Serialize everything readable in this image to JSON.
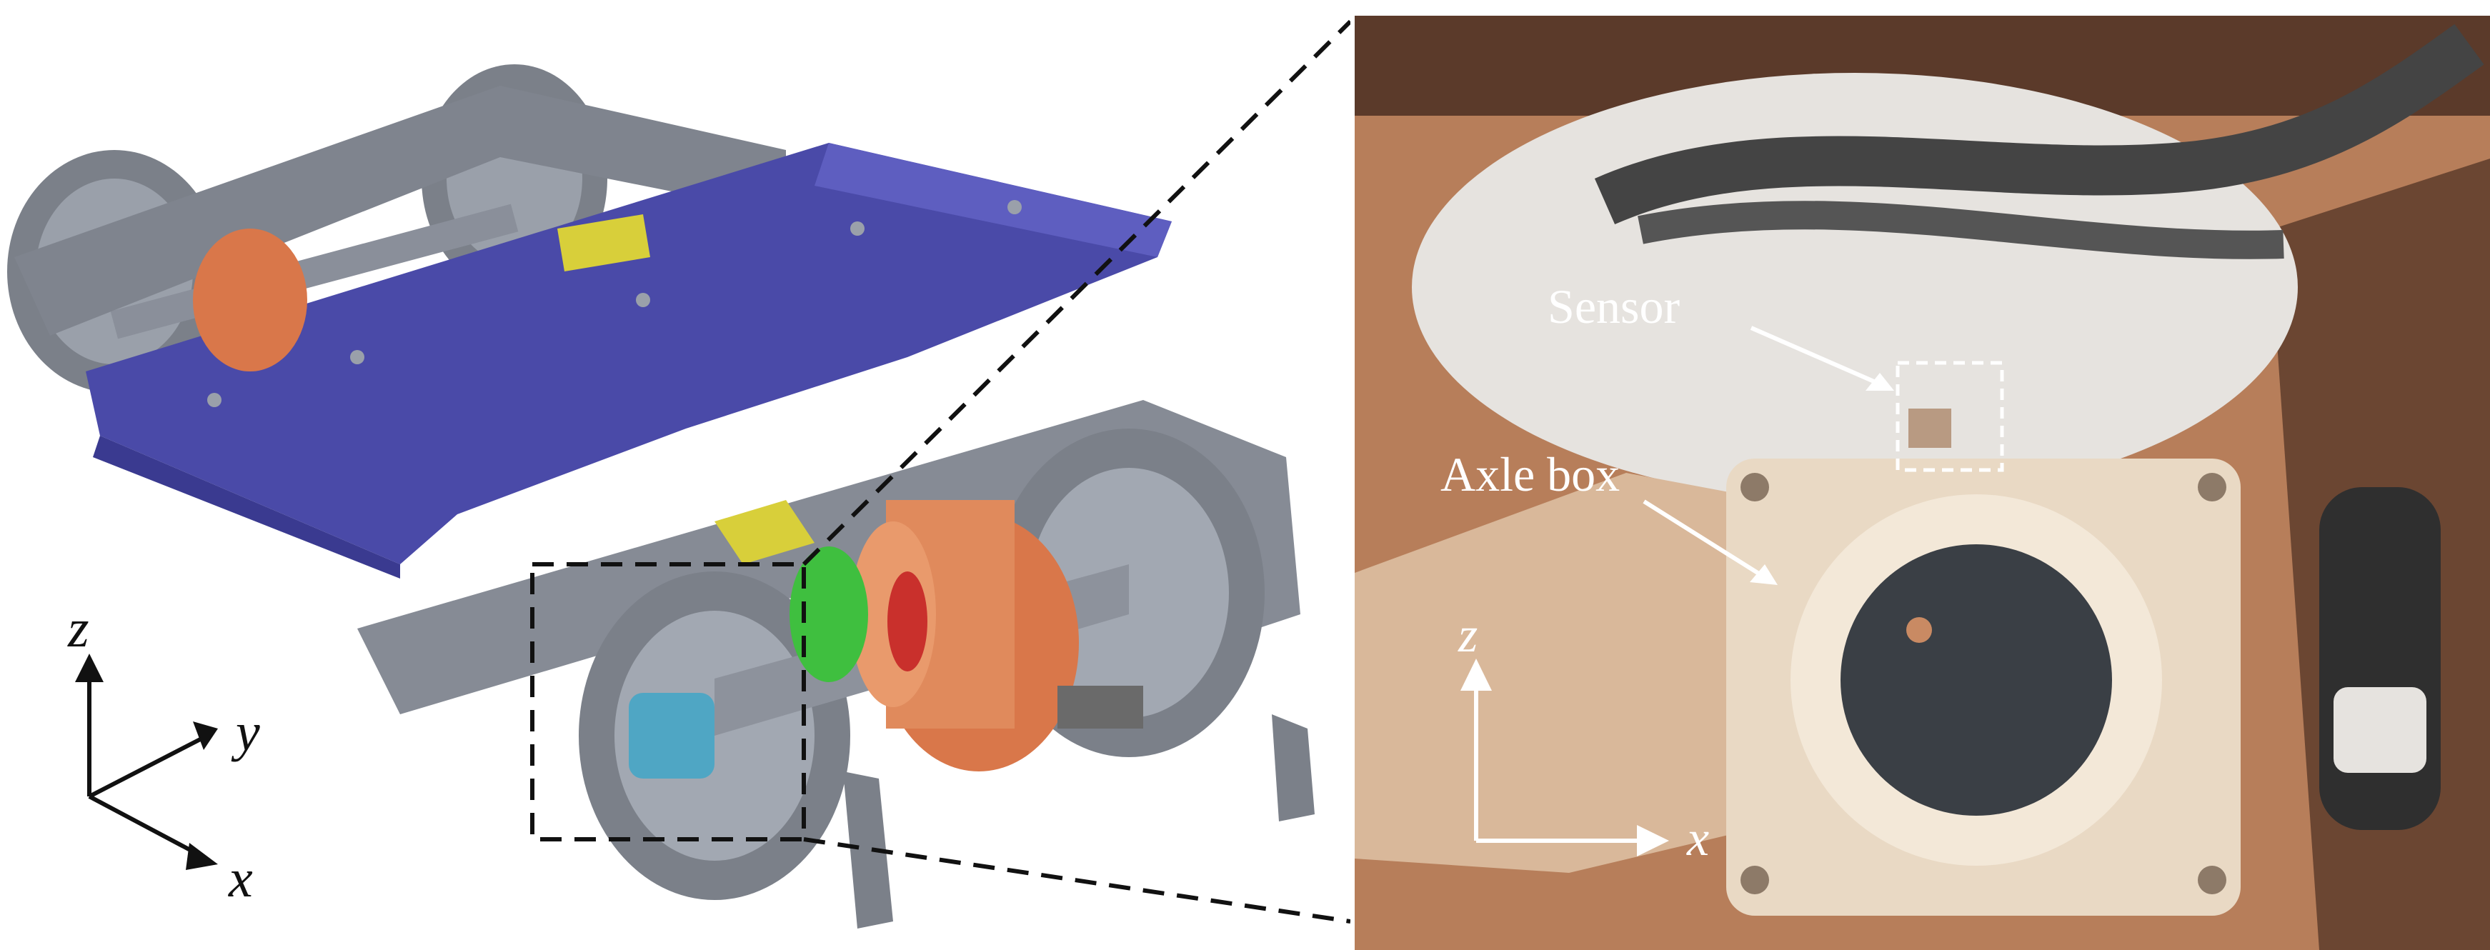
{
  "figure": {
    "left_axes": {
      "z": "z",
      "y": "y",
      "x": "x"
    },
    "right_axes": {
      "z": "z",
      "x": "x"
    },
    "annotations": {
      "sensor": "Sensor",
      "axle_box": "Axle box"
    },
    "colors": {
      "frame_gray": "#8a8f9a",
      "blue_plate": "#4a4aa8",
      "orange_motor": "#d9774a",
      "green_coupling": "#3fbf3f",
      "yellow_part": "#d8cf3a",
      "photo_background": "#b77e5a",
      "axlebox_cream": "#e9d9c4"
    }
  }
}
